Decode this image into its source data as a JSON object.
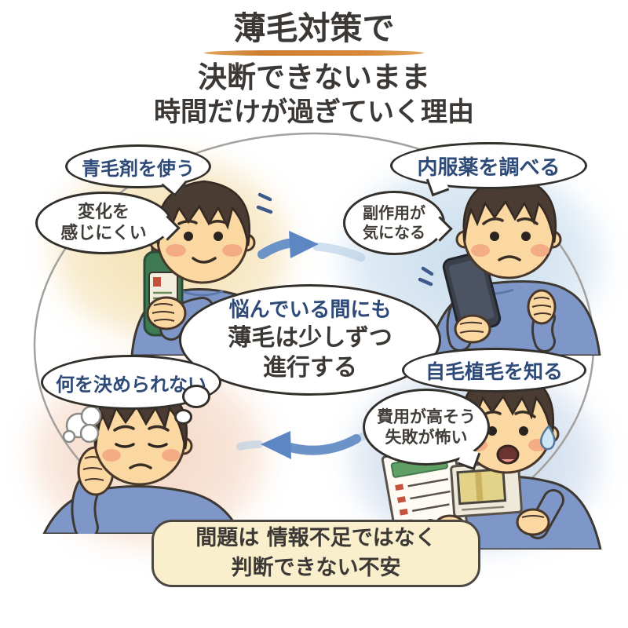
{
  "title": {
    "line1": "薄毛対策で",
    "line2": "決断できないまま",
    "line3": "時間だけが過ぎていく理由"
  },
  "cycle": {
    "top_left": {
      "label": "青毛剤を使う",
      "speech": {
        "line1": "変化を",
        "line2": "感じにくい"
      }
    },
    "top_right": {
      "label": "内服薬を調べる",
      "speech": {
        "line1": "副作用が",
        "line2": "気になる"
      }
    },
    "bottom_right": {
      "label": "自毛植毛を知る",
      "speech": {
        "line1": "費用が高そう",
        "line2": "失敗が怖い"
      }
    },
    "bottom_left": {
      "label": "何を決められない"
    }
  },
  "center_bubble": {
    "line1": "悩んでいる間にも",
    "line2": "薄毛は少しずつ",
    "line3": "進行する"
  },
  "banner": {
    "line1": "間題は 情報不足ではなく",
    "line2": "判断できない不安"
  },
  "icons": {
    "cycle_arrow_right": "curved right arrow",
    "cycle_arrow_left": "curved left arrow",
    "sigh_puff": "sigh cloud",
    "sweat_drop": "sweat drop",
    "stress_marks": "worry dashes",
    "vibration_marks": "phone dashes",
    "thought_dots": "thought bubble trail"
  },
  "colors": {
    "title_text": "#3b3836",
    "underline_orange": "#d4883c",
    "label_navy": "#2d4a78",
    "speech_charcoal": "#413d39",
    "bubble_border": "#33302c",
    "arrow_blue": "#5c87c2",
    "arrow_light_blue": "#b3cce4",
    "banner_bg": "#f9efcd",
    "ring_gray": "#a3a19e",
    "wash_top_left": "#f4dfae",
    "wash_top_right": "#c9dcec",
    "wash_bottom_left": "#f4d6c4",
    "wash_bottom_right": "#c7d5e8",
    "skin": "#fbd7a2",
    "hair": "#4a3c32",
    "sweater_blue": "#7e97c8"
  }
}
